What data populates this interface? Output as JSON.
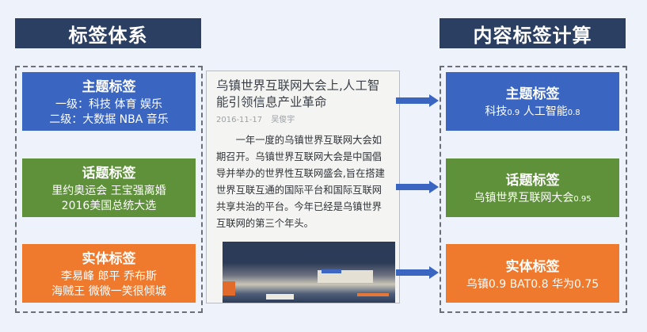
{
  "headers": {
    "left": "标签体系",
    "right": "内容标签计算"
  },
  "tag_system": [
    {
      "title": "主题标签",
      "lines": [
        "一级：科技  体育  娱乐",
        "二级：大数据 NBA 音乐"
      ],
      "color": "#3a65c0"
    },
    {
      "title": "话题标签",
      "lines": [
        "里约奥运会 王宝强离婚",
        "2016美国总统大选"
      ],
      "color": "#5e913a"
    },
    {
      "title": "实体标签",
      "lines": [
        "李易峰 郎平 乔布斯",
        "海贼王 微微一笑很倾城"
      ],
      "color": "#ef7a2e"
    }
  ],
  "article": {
    "title": "乌镇世界互联网大会上,人工智能引领信息产业革命",
    "date": "2016-11-17",
    "author": "吴俊宇",
    "body": "一年一度的乌镇世界互联网大会如期召开。乌镇世界互联网大会是中国倡导并举办的世界性互联网盛会,旨在搭建世界互联互通的国际平台和国际互联网共享共治的平台。今年已经是乌镇世界互联网的第三个年头。"
  },
  "computed_tags": {
    "topic": {
      "title": "主题标签",
      "items": [
        {
          "name": "科技",
          "score": "0.9"
        },
        {
          "name": "人工智能",
          "score": "0.8"
        }
      ]
    },
    "subject": {
      "title": "话题标签",
      "items": [
        {
          "name": "乌镇世界互联网大会",
          "score": "0.95"
        }
      ]
    },
    "entity": {
      "title": "实体标签",
      "items": [
        {
          "name": "乌镇",
          "score": "0.9"
        },
        {
          "name": "BAT",
          "score": "0.8"
        },
        {
          "name": "华为",
          "score": "0.75"
        }
      ]
    }
  },
  "colors": {
    "header_bg": "#2b3f63",
    "blue": "#3a65c0",
    "green": "#5e913a",
    "orange": "#ef7a2e",
    "arrow": "#3a65c0"
  }
}
